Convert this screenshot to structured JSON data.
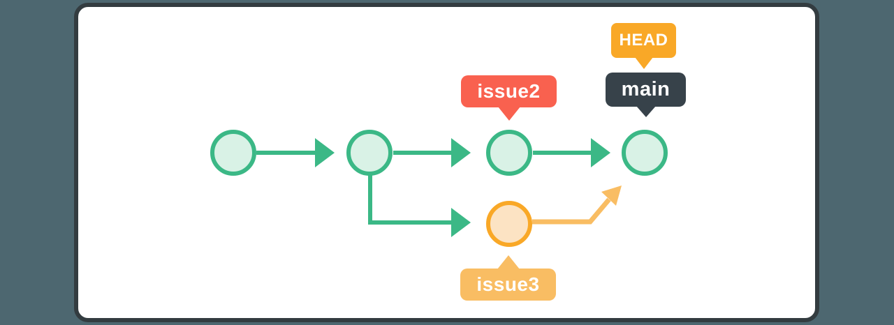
{
  "labels": {
    "head": "HEAD",
    "main": "main",
    "issue2": "issue2",
    "issue3": "issue3"
  },
  "colors": {
    "background": "#4d6770",
    "card_bg": "#ffffff",
    "card_border": "#333c40",
    "green": "#3bb886",
    "green_fill": "#d9f2e6",
    "orange": "#f9a827",
    "orange_fill": "#fce3c3",
    "orange_soft": "#f9bd63",
    "red": "#f9614f",
    "dark": "#37424a",
    "label_text": "#ffffff"
  },
  "graph": {
    "type": "git-commit-diagram",
    "branches": [
      {
        "name": "main",
        "commit_count": 4,
        "color": "#3bb886"
      },
      {
        "name": "issue3",
        "commit_count": 1,
        "color": "#f9a827",
        "forked_from": "main commit 2",
        "merging_toward": "main commit 4"
      }
    ],
    "pointers": [
      {
        "label": "HEAD",
        "points_to": "main",
        "color": "#f9a827"
      },
      {
        "label": "main",
        "points_to": "main commit 4",
        "color": "#37424a"
      },
      {
        "label": "issue2",
        "points_to": "main commit 3",
        "color": "#f9614f"
      },
      {
        "label": "issue3",
        "points_to": "issue3 commit 1",
        "color": "#f9bd63"
      }
    ]
  }
}
